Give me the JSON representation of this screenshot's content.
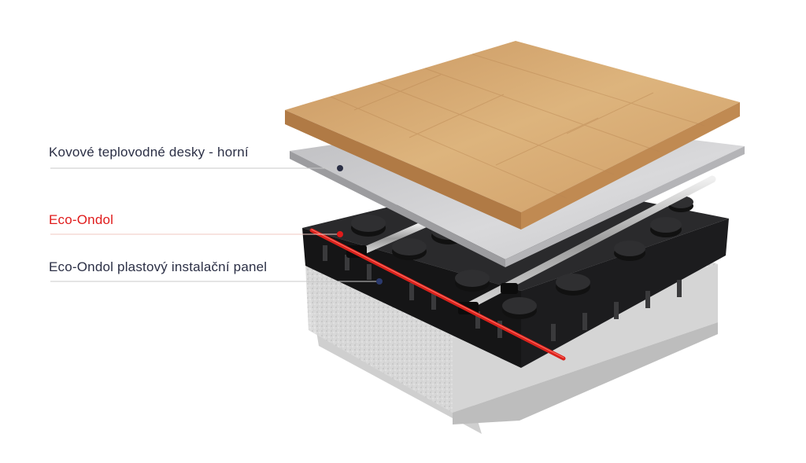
{
  "labels": [
    {
      "text": "Kovové teplovodné desky - horní",
      "color": "#2b2f45",
      "line_color": "#c9c9c9"
    },
    {
      "text": "Eco-Ondol",
      "color": "#e01b1b",
      "line_color": "#f2c7c2"
    },
    {
      "text": "Eco-Ondol plastový instalační panel",
      "color": "#2b2f45",
      "line_color": "#c9c9c9"
    }
  ],
  "layers": [
    {
      "name": "wood-floor",
      "color": "#d2a46c"
    },
    {
      "name": "metal-plate",
      "color": "#cfcfd1"
    },
    {
      "name": "plastic-panel",
      "color": "#1d1d1f"
    },
    {
      "name": "heating-pipe",
      "color": "#d9221c"
    },
    {
      "name": "insulation-base",
      "color": "#dcdcdc"
    }
  ]
}
